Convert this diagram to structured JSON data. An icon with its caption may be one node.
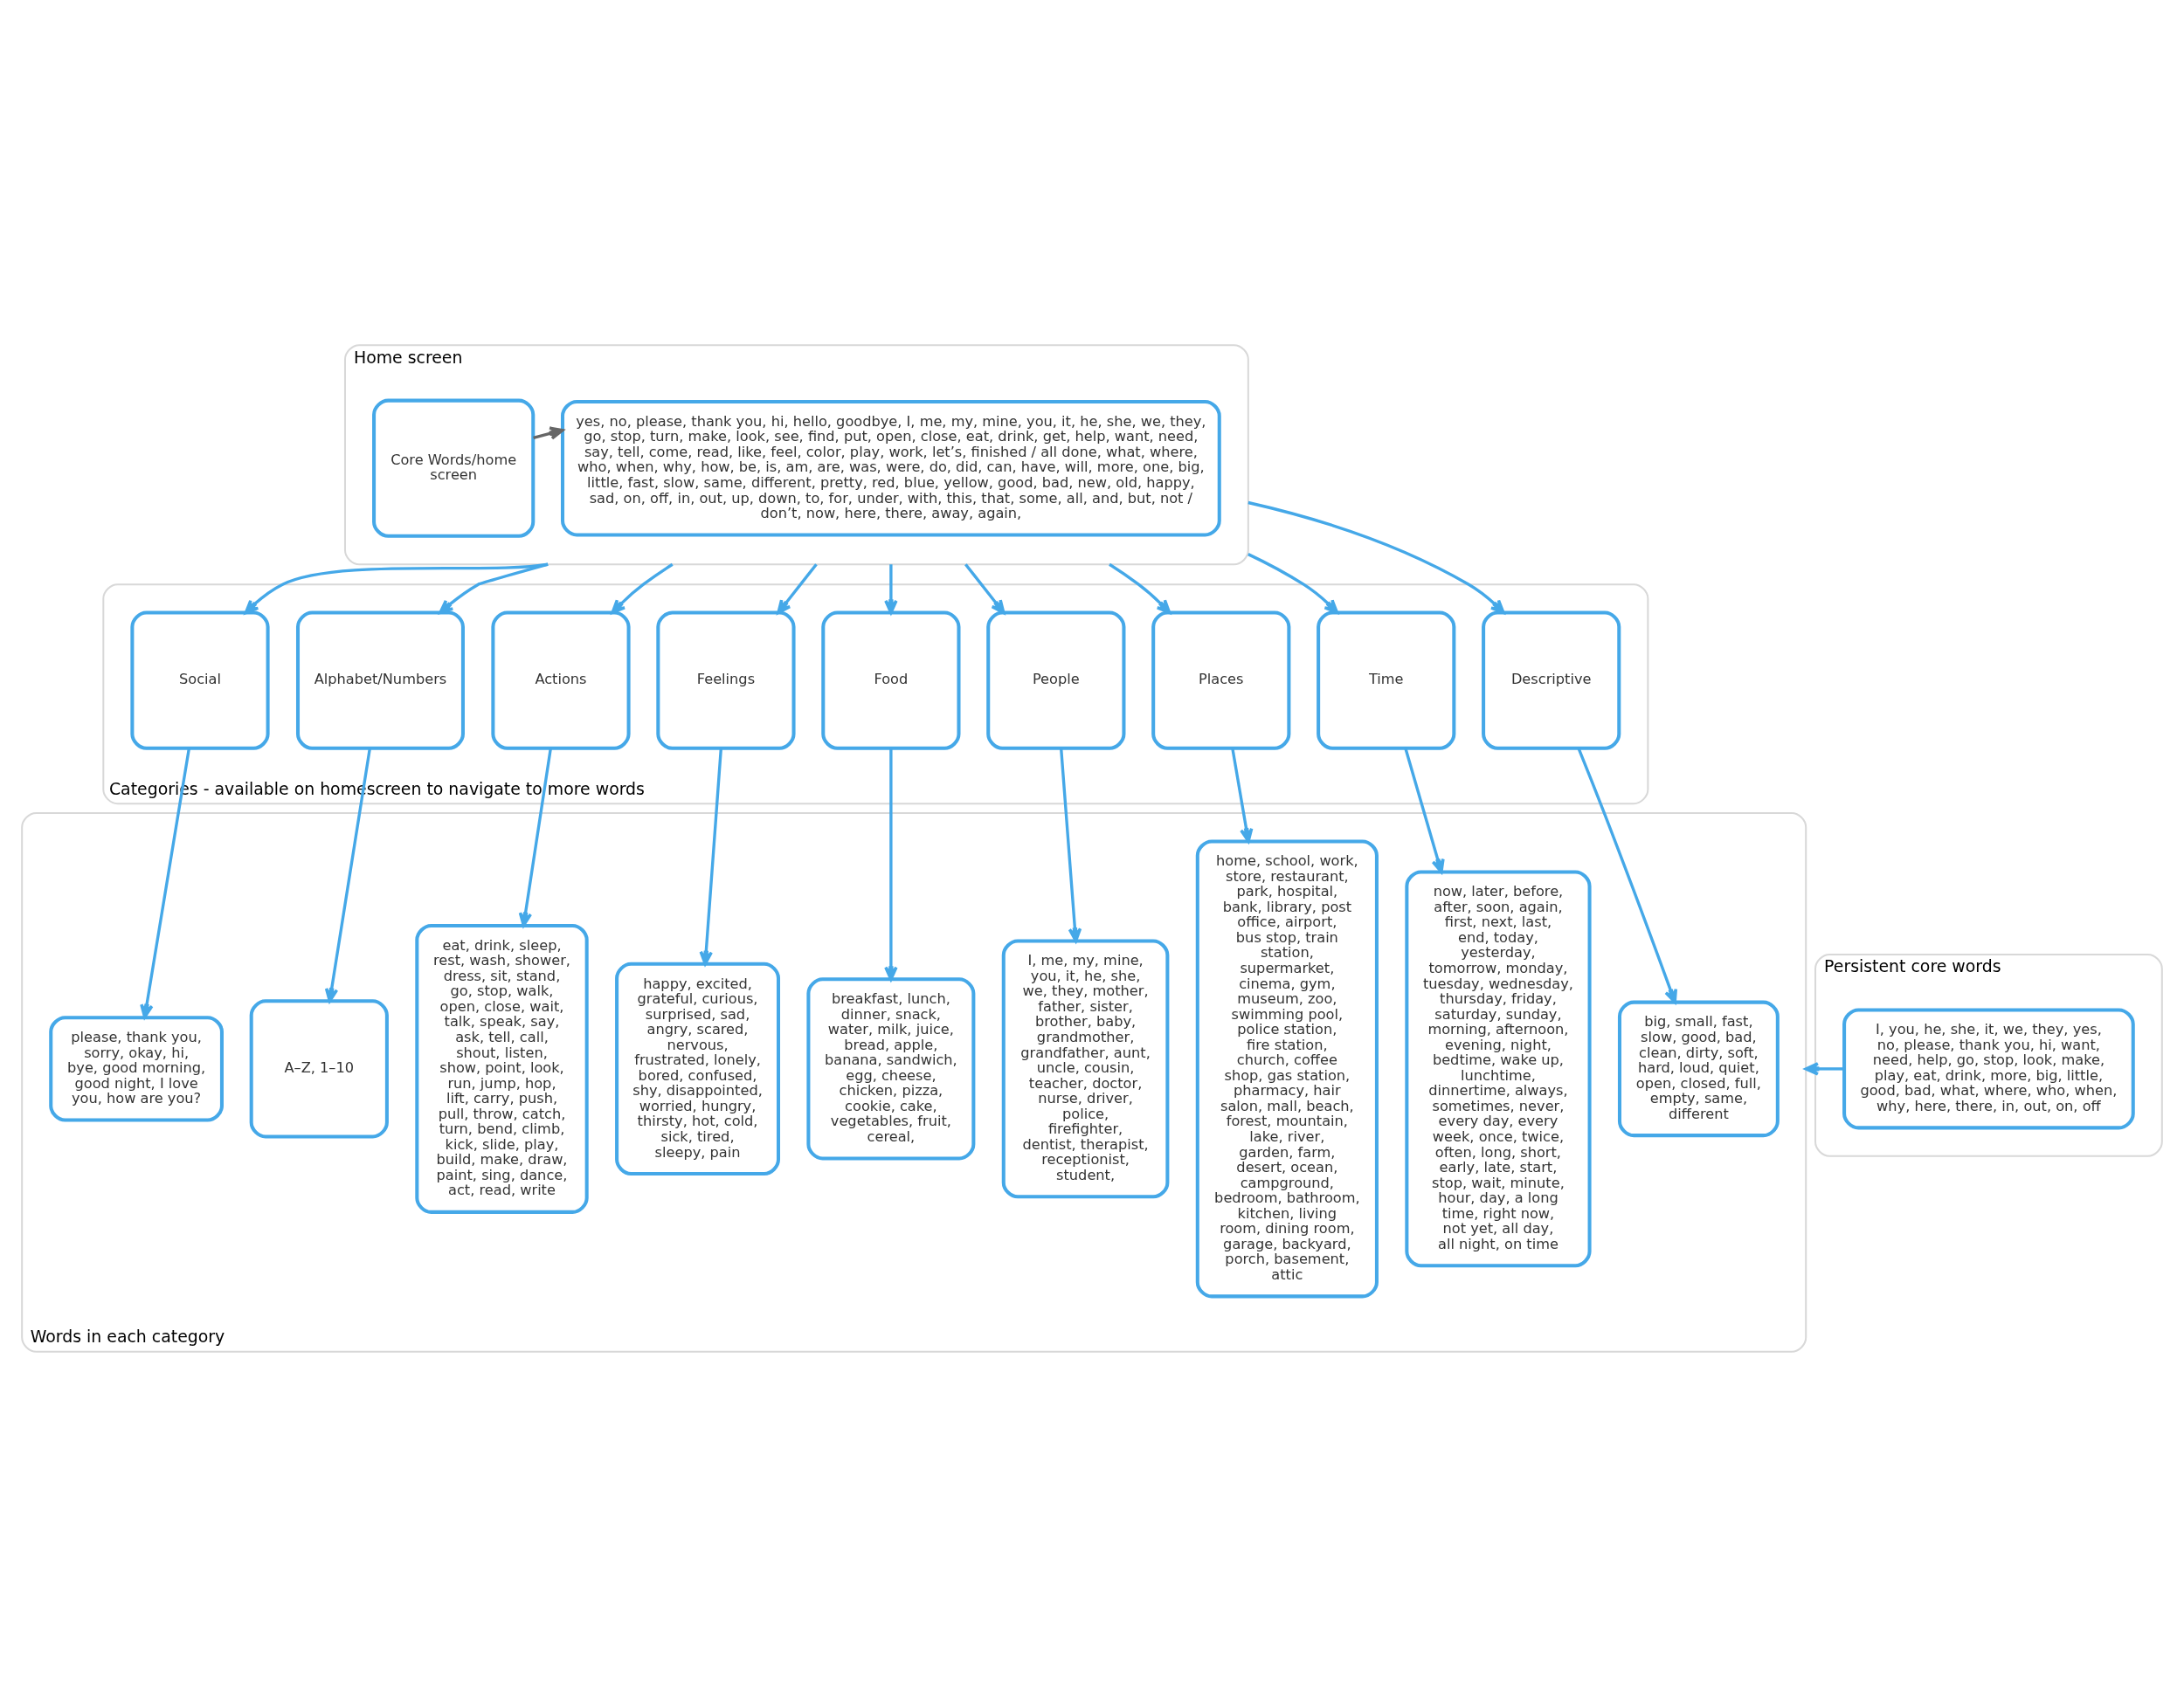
{
  "diagram": {
    "nodes": [
      {
        "text": [
          "Home screen"
        ]
      },
      {
        "text": [
          "Core Words/home screen"
        ],
        "in": 0
      },
      {
        "text": [
          "yes, no, please, thank you, hi, hello, goodbye, I, me, my, mine, you, it, he, she, we, they, go, stop, turn, make, look, see, find, put, open, close, eat, drink, get, help, want, need, say, tell, come, read, like, feel, color, play, work, let’s, finished / all done, what, where, who, when, why, how, be, is, am, are, was, were, do, did, can, have, will, more, one, big, little, fast, slow, same, different, pretty, red, blue, yellow, good, bad, new, old, happy, sad, on, off, in, out, up, down, to, for, under, with, this, that, some, all, and, but, not / don’t, now, here, there, away, again,"
        ],
        "in": 0
      },
      {
        "text": [
          "Categories - available on homescreen to navigate to more words"
        ]
      },
      {
        "text": [
          "Social"
        ],
        "in": 3
      },
      {
        "text": [
          "Alphabet/Numbers"
        ],
        "in": 3
      },
      {
        "text": [
          "Actions"
        ],
        "in": 3
      },
      {
        "text": [
          "Feelings"
        ],
        "in": 3
      },
      {
        "text": [
          "Food"
        ],
        "in": 3
      },
      {
        "text": [
          "People"
        ],
        "in": 3
      },
      {
        "text": [
          "Places"
        ],
        "in": 3
      },
      {
        "text": [
          "Time"
        ],
        "in": 3
      },
      {
        "text": [
          "Descriptive"
        ],
        "in": 3
      },
      {
        "text": [
          "Words in each category"
        ]
      },
      {
        "text": [
          "please, thank you, sorry, okay, hi, bye, good morning, good night, I love you, how are you?"
        ],
        "in": 13
      },
      {
        "text": [
          "A–Z, 1–10"
        ],
        "in": 13
      },
      {
        "text": [
          "eat, drink, sleep, rest, wash, shower, dress, sit, stand, go, stop, walk, open, close, wait, talk, speak, say, ask, tell, call, shout, listen, show, point, look, run, jump, hop, lift, carry, push, pull, throw, catch, turn, bend, climb, kick, slide, play, build, make, draw, paint, sing, dance, act, read, write"
        ],
        "in": 13
      },
      {
        "text": [
          "happy, excited, grateful, curious, surprised, sad, angry, scared, nervous, frustrated, lonely, bored, confused, shy, disappointed, worried, hungry, thirsty, hot, cold, sick, tired, sleepy, pain"
        ],
        "in": 13
      },
      {
        "text": [
          "breakfast, lunch, dinner, snack, water, milk, juice, bread, apple, banana, sandwich, egg, cheese, chicken, pizza, cookie, cake, vegetables, fruit, cereal,"
        ],
        "in": 13
      },
      {
        "text": [
          "I, me, my, mine, you, it, he, she, we, they, mother, father, sister, brother, baby, grandmother, grandfather, aunt, uncle, cousin, teacher, doctor, nurse, driver, police, firefighter, dentist, therapist, receptionist, student,"
        ],
        "in": 13
      },
      {
        "text": [
          "home, school, work, store, restaurant, park, hospital, bank, library, post office, airport, bus stop, train station, supermarket, cinema, gym, museum, zoo, swimming pool, police station, fire station, church, coffee shop, gas station, pharmacy, hair salon, mall, beach, forest, mountain, lake, river, garden, farm, desert, ocean, campground, bedroom, bathroom, kitchen, living room, dining room, garage, backyard, porch, basement, attic"
        ],
        "in": 13
      },
      {
        "text": [
          "now, later, before, after, soon, again, first, next, last, end, today, yesterday, tomorrow, monday, tuesday, wednesday, thursday, friday, saturday, sunday, morning, afternoon, evening, night, bedtime, wake up, lunchtime, dinnertime, always, sometimes, never, every day, every week, once, twice, often, long, short, early, late, start, stop, wait, minute, hour, day, a long time, right now, not yet, all day, all night, on time"
        ],
        "in": 13
      },
      {
        "text": [
          "big, small, fast, slow, good, bad, clean, dirty, soft, hard, loud, quiet, open, closed, full, empty, same, different"
        ],
        "in": 13
      },
      {
        "text": [
          "Persistent core words"
        ]
      },
      {
        "text": [
          "I, you, he, she, it, we, they, yes, no, please, thank you, hi, want, need, help, go, stop, look, make, play, eat, drink, more, big, little, good, bad, what, where, who, when, why, here, there, in, out, on, off"
        ],
        "in": 23
      }
    ],
    "edges": [
      {
        "from": 1,
        "to": 2,
        "arrow": "to",
        "color": "#666666"
      },
      {
        "from": 0,
        "to": 4,
        "arrow": "to"
      },
      {
        "from": 0,
        "to": 5,
        "arrow": "to"
      },
      {
        "from": 0,
        "to": 6,
        "arrow": "to"
      },
      {
        "from": 0,
        "to": 7,
        "arrow": "to"
      },
      {
        "from": 0,
        "to": 8,
        "arrow": "to"
      },
      {
        "from": 0,
        "to": 9,
        "arrow": "to"
      },
      {
        "from": 0,
        "to": 10,
        "arrow": "to"
      },
      {
        "from": 0,
        "to": 11,
        "arrow": "to"
      },
      {
        "from": 0,
        "to": 12,
        "arrow": "to"
      },
      {
        "from": 4,
        "to": 14,
        "arrow": "to"
      },
      {
        "from": 5,
        "to": 15,
        "arrow": "to"
      },
      {
        "from": 6,
        "to": 16,
        "arrow": "to"
      },
      {
        "from": 7,
        "to": 17,
        "arrow": "to"
      },
      {
        "from": 8,
        "to": 18,
        "arrow": "to"
      },
      {
        "from": 9,
        "to": 19,
        "arrow": "to"
      },
      {
        "from": 10,
        "to": 20,
        "arrow": "to"
      },
      {
        "from": 11,
        "to": 21,
        "arrow": "to"
      },
      {
        "from": 12,
        "to": 22,
        "arrow": "to"
      },
      {
        "from": 24,
        "to": 13,
        "arrow": "to"
      }
    ]
  }
}
